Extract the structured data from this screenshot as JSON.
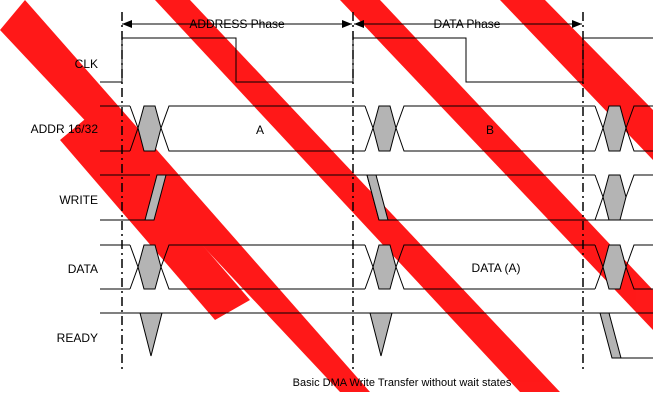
{
  "title": "Basic DMA Write Transfer without wait states",
  "phases": {
    "address": "ADDRESS Phase",
    "data": "DATA Phase"
  },
  "signals": {
    "clk": "CLK",
    "addr": "ADDR 16/32",
    "write": "WRITE",
    "data": "DATA",
    "ready": "READY"
  },
  "values": {
    "addr_a": "A",
    "addr_b": "B",
    "data_a": "DATA (A)"
  },
  "colors": {
    "line": "#000000",
    "fill": "#b4b4b4",
    "watermark": "#ff0000"
  }
}
